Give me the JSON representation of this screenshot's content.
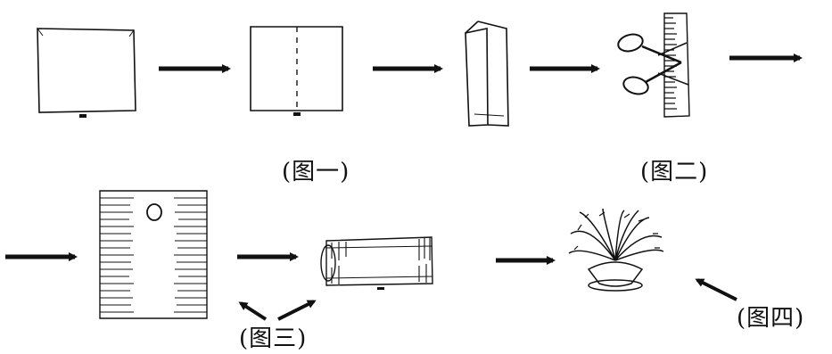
{
  "figure": {
    "stroke_color": "#111111",
    "captions": {
      "fig1": "(图一)",
      "fig2": "(图二)",
      "fig3": "(图三)",
      "fig4": "(图四)"
    }
  }
}
